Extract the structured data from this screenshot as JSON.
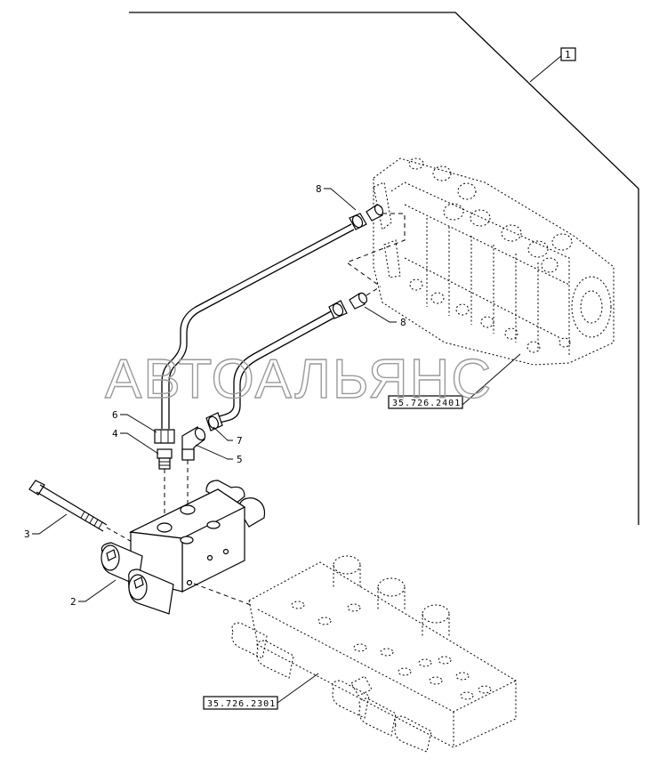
{
  "diagram": {
    "watermark": "АВТОАЛЬЯНС",
    "assembly_label": "1",
    "references": {
      "valve_bank_ref": "35.726.2401",
      "base_block_ref": "35.726.2301"
    },
    "callouts": {
      "c2": "2",
      "c3": "3",
      "c4": "4",
      "c5": "5",
      "c6": "6",
      "c7": "7",
      "c8_top": "8",
      "c8_bottom": "8"
    }
  }
}
